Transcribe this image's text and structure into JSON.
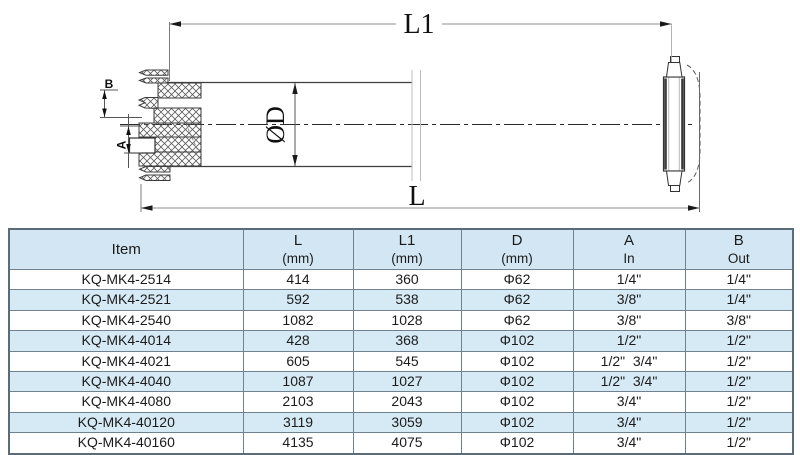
{
  "drawing": {
    "dim_l1": "L1",
    "dim_l": "L",
    "dim_d": "ØD",
    "dim_a": "A",
    "dim_b": "B"
  },
  "colors": {
    "table_header_bg": "#d2e7f3",
    "table_alt_row_bg": "#d6eaf5",
    "table_border": "#5a6c78",
    "drawing_line": "#3c3c3c",
    "dimension_line": "#8f8f8f"
  },
  "table": {
    "headers": [
      {
        "l1": "Item",
        "l2": ""
      },
      {
        "l1": "L",
        "l2": "(mm)"
      },
      {
        "l1": "L1",
        "l2": "(mm)"
      },
      {
        "l1": "D",
        "l2": "(mm)"
      },
      {
        "l1": "A",
        "l2": "In"
      },
      {
        "l1": "B",
        "l2": "Out"
      }
    ],
    "rows": [
      {
        "item": "KQ-MK4-2514",
        "l": "414",
        "l1": "360",
        "d": "Φ62",
        "a": "1/4\"",
        "b": "1/4\""
      },
      {
        "item": "KQ-MK4-2521",
        "l": "592",
        "l1": "538",
        "d": "Φ62",
        "a": "3/8\"",
        "b": "1/4\""
      },
      {
        "item": "KQ-MK4-2540",
        "l": "1082",
        "l1": "1028",
        "d": "Φ62",
        "a": "3/8\"",
        "b": "3/8\""
      },
      {
        "item": "KQ-MK4-4014",
        "l": "428",
        "l1": "368",
        "d": "Φ102",
        "a": "1/2\"",
        "b": "1/2\""
      },
      {
        "item": "KQ-MK4-4021",
        "l": "605",
        "l1": "545",
        "d": "Φ102",
        "a": "1/2\"  3/4\"",
        "b": "1/2\""
      },
      {
        "item": "KQ-MK4-4040",
        "l": "1087",
        "l1": "1027",
        "d": "Φ102",
        "a": "1/2\"  3/4\"",
        "b": "1/2\""
      },
      {
        "item": "KQ-MK4-4080",
        "l": "2103",
        "l1": "2043",
        "d": "Φ102",
        "a": "3/4\"",
        "b": "1/2\""
      },
      {
        "item": "KQ-MK4-40120",
        "l": "3119",
        "l1": "3059",
        "d": "Φ102",
        "a": "3/4\"",
        "b": "1/2\""
      },
      {
        "item": "KQ-MK4-40160",
        "l": "4135",
        "l1": "4075",
        "d": "Φ102",
        "a": "3/4\"",
        "b": "1/2\""
      }
    ]
  }
}
